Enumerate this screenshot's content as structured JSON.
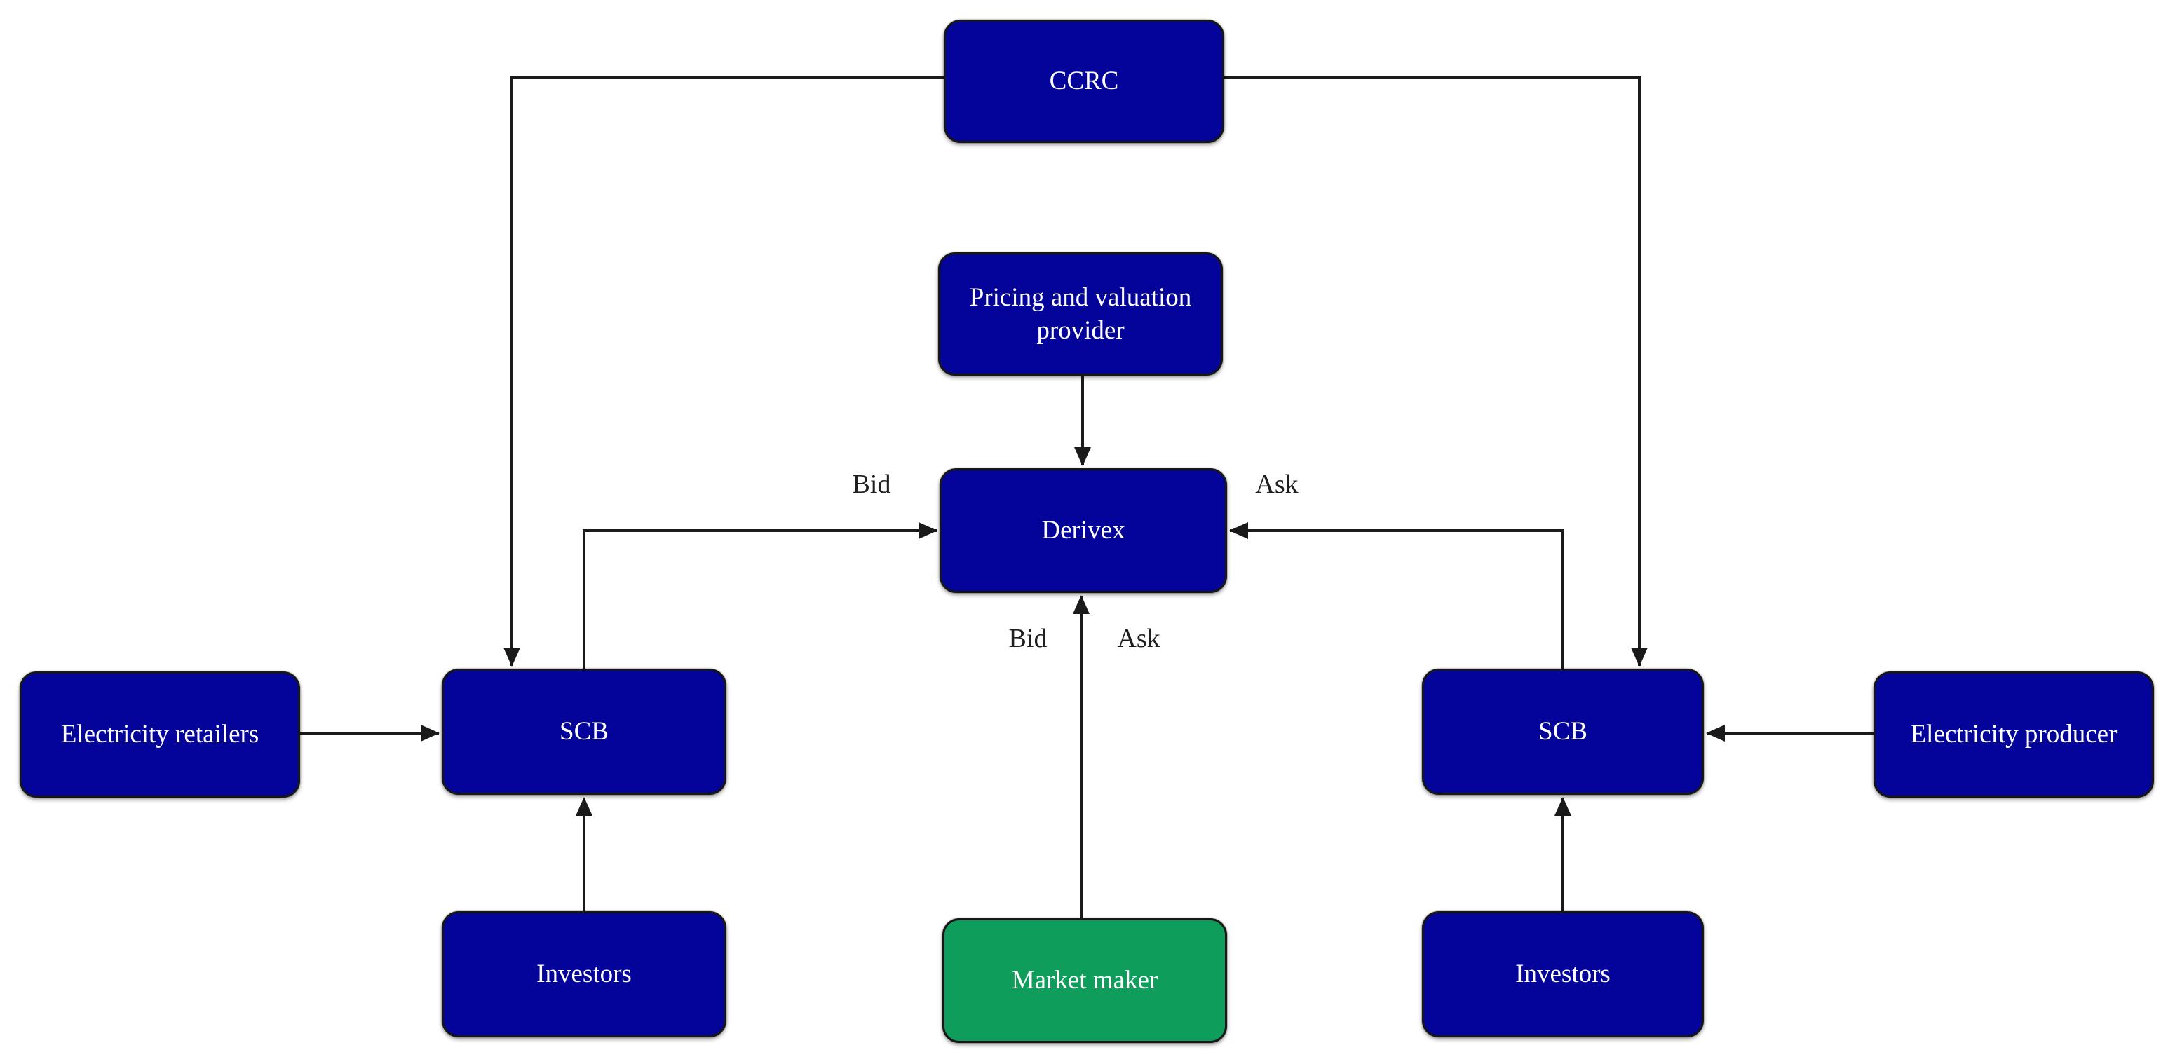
{
  "figure": {
    "type": "flow-diagram",
    "description": "Market structure diagram connecting CCRC, SCBs, Derivex, investors, producers, retailers and market maker"
  },
  "colors": {
    "node_blue": "#04049B",
    "node_green": "#0F9D5C",
    "node_text": "#FFFFFF",
    "line": "#1A1A1A",
    "edge_label_text": "#1F1F1F",
    "node_border": "#161616",
    "background": "#FFFFFF"
  },
  "nodes": {
    "ccrc": {
      "label": "CCRC",
      "color": "blue"
    },
    "pricing_provider": {
      "label": "Pricing and valuation provider",
      "color": "blue"
    },
    "derivex": {
      "label": "Derivex",
      "color": "blue"
    },
    "market_maker": {
      "label": "Market maker",
      "color": "green"
    },
    "scb_left": {
      "label": "SCB",
      "color": "blue"
    },
    "electricity_retailers": {
      "label": "Electricity retailers",
      "color": "blue"
    },
    "investors_left": {
      "label": "Investors",
      "color": "blue"
    },
    "scb_right": {
      "label": "SCB",
      "color": "blue"
    },
    "electricity_producer": {
      "label": "Electricity producer",
      "color": "blue"
    },
    "investors_right": {
      "label": "Investors",
      "color": "blue"
    }
  },
  "edge_labels": {
    "bid_left": "Bid",
    "ask_right": "Ask",
    "bid_bottom": "Bid",
    "ask_bottom": "Ask"
  },
  "edges": [
    {
      "from": "CCRC",
      "to": "SCB (left)",
      "label": ""
    },
    {
      "from": "CCRC",
      "to": "SCB (right)",
      "label": ""
    },
    {
      "from": "Pricing and valuation provider",
      "to": "Derivex",
      "label": ""
    },
    {
      "from": "SCB (left)",
      "to": "Derivex",
      "label": "Bid"
    },
    {
      "from": "SCB (right)",
      "to": "Derivex",
      "label": "Ask"
    },
    {
      "from": "Market maker",
      "to": "Derivex",
      "label": "Bid / Ask"
    },
    {
      "from": "Electricity retailers",
      "to": "SCB (left)",
      "label": ""
    },
    {
      "from": "Electricity producer",
      "to": "SCB (right)",
      "label": ""
    },
    {
      "from": "Investors (left)",
      "to": "SCB (left)",
      "label": ""
    },
    {
      "from": "Investors (right)",
      "to": "SCB (right)",
      "label": ""
    }
  ]
}
